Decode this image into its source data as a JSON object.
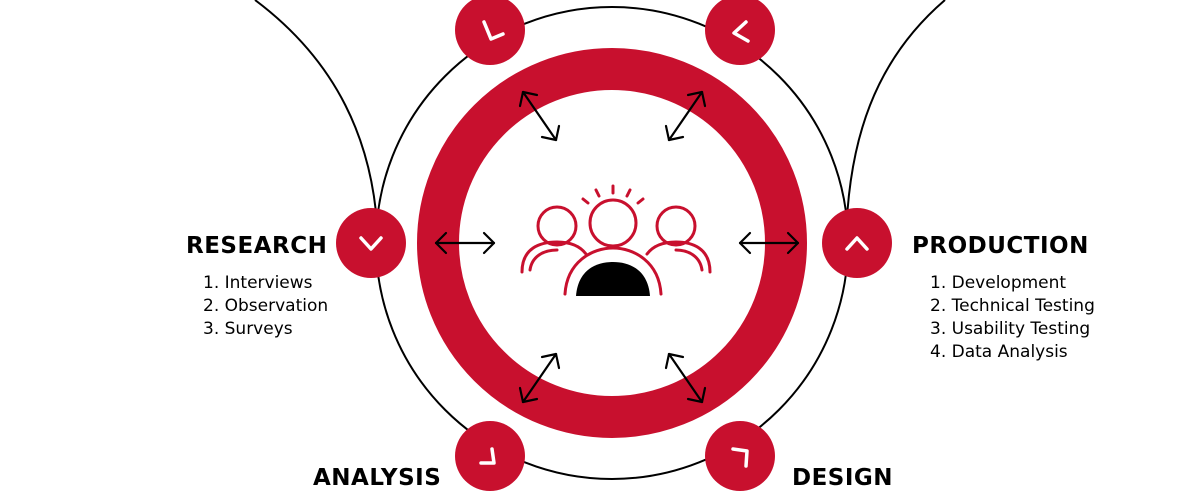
{
  "stages": {
    "research": {
      "title": "RESEARCH",
      "items": [
        "1. Interviews",
        "2. Observation",
        "3. Surveys"
      ]
    },
    "production": {
      "title": "PRODUCTION",
      "items": [
        "1. Development",
        "2. Technical Testing",
        "3. Usability Testing",
        "4. Data Analysis"
      ]
    },
    "analysis": {
      "title": "ANALYSIS"
    },
    "design": {
      "title": "DESIGN"
    }
  },
  "colors": {
    "accent": "#c8102e",
    "line": "#000000",
    "background": "#ffffff"
  },
  "icons": {
    "center": "team-group-icon",
    "nodes": [
      "chevron-down-icon",
      "chevron-up-icon",
      "chevron-icon"
    ],
    "connectors": "double-arrow-icon"
  }
}
